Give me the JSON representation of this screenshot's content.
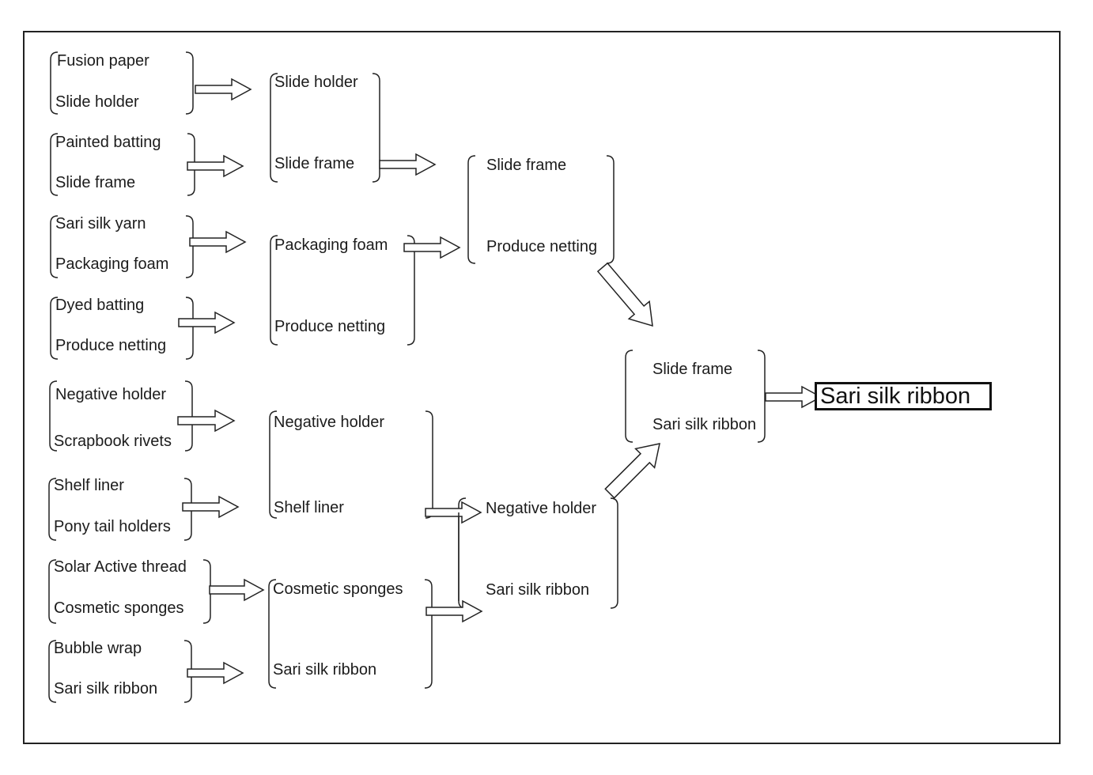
{
  "round1": [
    {
      "top": "Fusion paper",
      "bottom": "Slide holder"
    },
    {
      "top": "Painted batting",
      "bottom": "Slide frame"
    },
    {
      "top": "Sari silk yarn",
      "bottom": "Packaging foam"
    },
    {
      "top": "Dyed batting",
      "bottom": "Produce netting"
    },
    {
      "top": "Negative holder",
      "bottom": "Scrapbook rivets"
    },
    {
      "top": "Shelf liner",
      "bottom": "Pony tail holders"
    },
    {
      "top": "Solar Active thread",
      "bottom": "Cosmetic sponges"
    },
    {
      "top": "Bubble wrap",
      "bottom": "Sari silk ribbon"
    }
  ],
  "round2": [
    {
      "top": "Slide holder",
      "bottom": "Slide frame"
    },
    {
      "top": "Packaging foam",
      "bottom": "Produce netting"
    },
    {
      "top": "Negative holder",
      "bottom": "Shelf liner"
    },
    {
      "top": "Cosmetic sponges",
      "bottom": "Sari silk ribbon"
    }
  ],
  "round3": [
    {
      "top": "Slide frame",
      "bottom": "Produce netting"
    },
    {
      "top": "Negative holder",
      "bottom": "Sari silk ribbon"
    }
  ],
  "final": {
    "top": "Slide frame",
    "bottom": "Sari silk ribbon"
  },
  "winner": "Sari silk ribbon"
}
